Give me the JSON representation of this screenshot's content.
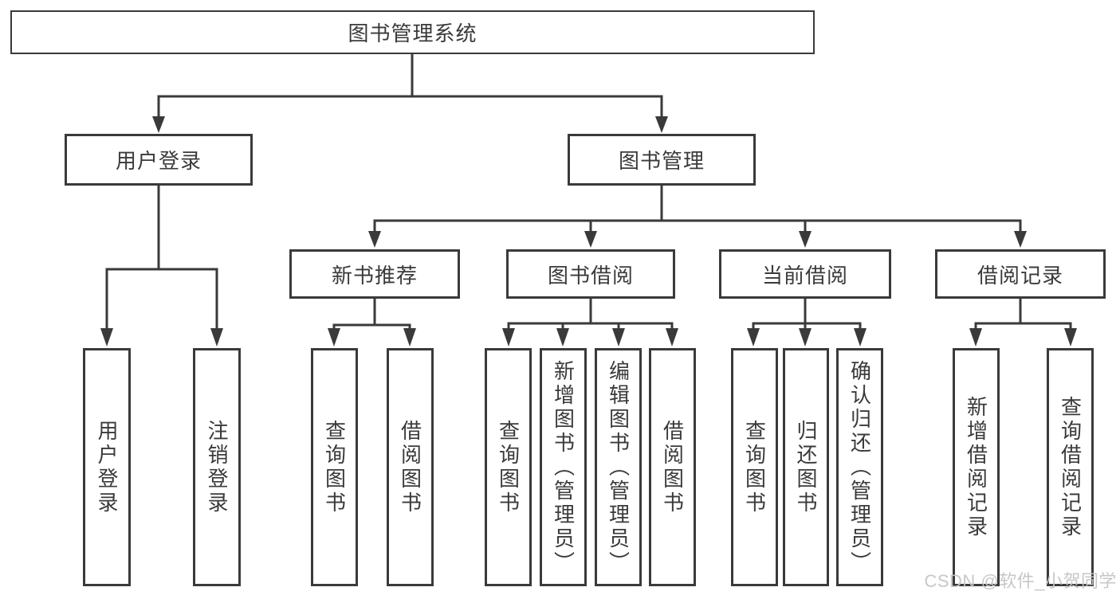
{
  "tree": {
    "root": {
      "label": "图书管理系统"
    },
    "branches": [
      {
        "label": "用户登录",
        "children": [
          {
            "label": "用户登录"
          },
          {
            "label": "注销登录"
          }
        ]
      },
      {
        "label": "图书管理",
        "children": [
          {
            "label": "新书推荐",
            "children": [
              {
                "label": "查询图书"
              },
              {
                "label": "借阅图书"
              }
            ]
          },
          {
            "label": "图书借阅",
            "children": [
              {
                "label": "查询图书"
              },
              {
                "label": "新增图书（管理员）"
              },
              {
                "label": "编辑图书（管理员）"
              },
              {
                "label": "借阅图书"
              }
            ]
          },
          {
            "label": "当前借阅",
            "children": [
              {
                "label": "查询图书"
              },
              {
                "label": "归还图书"
              },
              {
                "label": "确认归还（管理员）"
              }
            ]
          },
          {
            "label": "借阅记录",
            "children": [
              {
                "label": "新增借阅记录"
              },
              {
                "label": "查询借阅记录"
              }
            ]
          }
        ]
      }
    ]
  },
  "watermark": {
    "text": "CSDN @软件_小贺同学"
  },
  "colors": {
    "line": "#3a3a3a",
    "box_border": "#3a3a3a",
    "text": "#3a3a3a",
    "watermark": "#c5c5c5",
    "background": "#ffffff"
  }
}
